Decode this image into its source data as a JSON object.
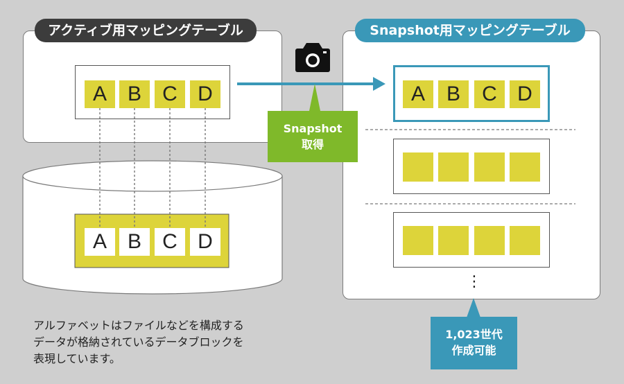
{
  "active_table": {
    "title": "アクティブ用マッピングテーブル",
    "blocks": [
      "A",
      "B",
      "C",
      "D"
    ]
  },
  "storage": {
    "blocks": [
      "A",
      "B",
      "C",
      "D"
    ]
  },
  "snapshot_table": {
    "title": "Snapshot用マッピングテーブル",
    "blocks": [
      "A",
      "B",
      "C",
      "D"
    ],
    "ellipsis": "⋮"
  },
  "snapshot_callout": {
    "line1": "Snapshot",
    "line2": "取得"
  },
  "generation_callout": {
    "line1": "1,023世代",
    "line2": "作成可能"
  },
  "description": {
    "line1": "アルファベットはファイルなどを構成する",
    "line2": "データが格納されているデータブロックを",
    "line3": "表現しています。"
  },
  "colors": {
    "block_yellow": "#ddd43a",
    "snapshot_blue": "#3a98b8",
    "callout_green": "#7fb92a",
    "title_dark": "#3c3c3c"
  },
  "icons": {
    "camera": "camera-icon"
  }
}
